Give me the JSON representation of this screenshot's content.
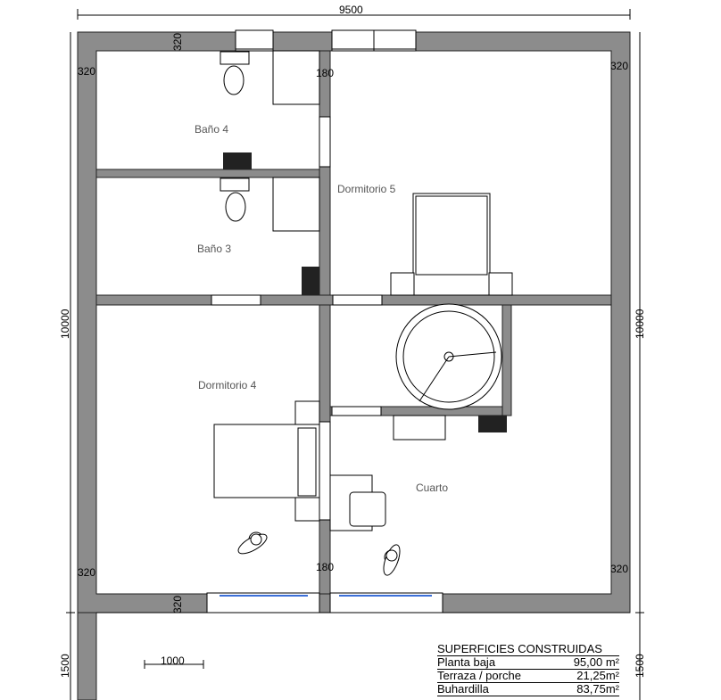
{
  "rooms": {
    "bano4": "Baño 4",
    "bano3": "Baño 3",
    "dormitorio5": "Dormitorio 5",
    "dormitorio4": "Dormitorio 4",
    "cuarto": "Cuarto"
  },
  "dimensions": {
    "width": "9500",
    "height": "10000",
    "terrace": "1500",
    "wall_outer": "320",
    "wall_inner": "180",
    "scale": "1000"
  },
  "table": {
    "title": "SUPERFICIES CONSTRUIDAS",
    "rows": [
      {
        "label": "Planta baja",
        "value": "95,00 m²"
      },
      {
        "label": "Terraza / porche",
        "value": "21,25m²"
      },
      {
        "label": "Buhardilla",
        "value": "83,75m²"
      }
    ]
  }
}
